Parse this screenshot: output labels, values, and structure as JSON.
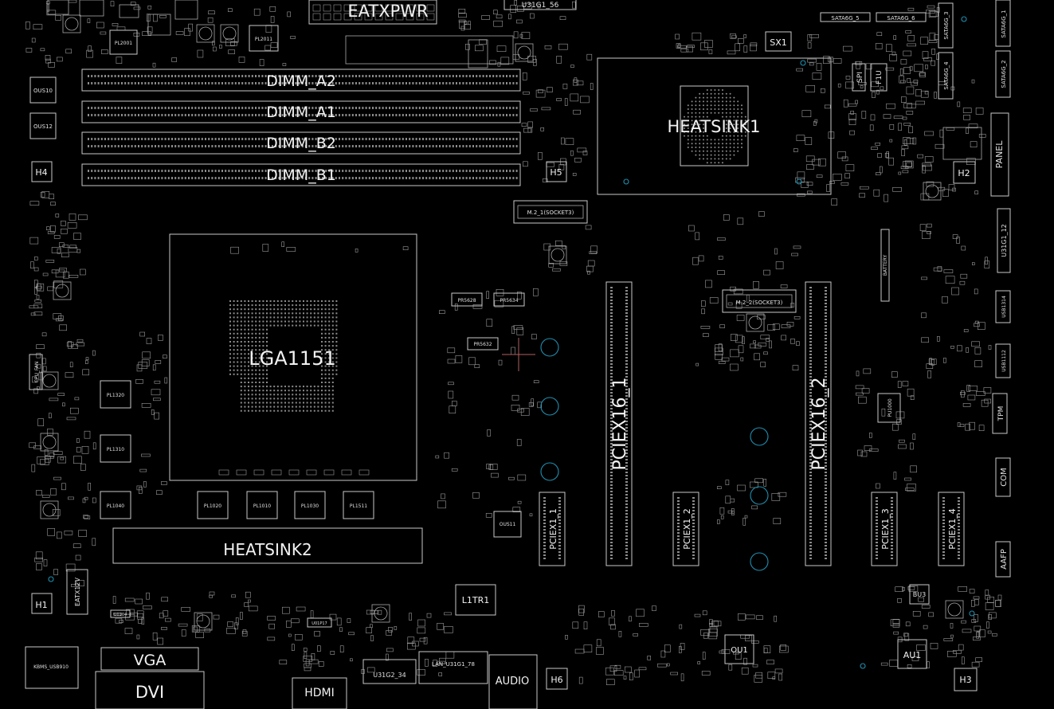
{
  "board": {
    "background": "#000000",
    "line_color": "#c8c8c8",
    "hole_color": "#1f8fb0",
    "marker_color": "#b06060"
  },
  "labels": {
    "eatxpwr": "EATXPWR",
    "u31g1_56": "U31G1_56",
    "sata6g_5": "SATA6G_5",
    "sata6g_6": "SATA6G_6",
    "sata6g_3": "SATA6G_3",
    "sata6g_1": "SATA6G_1",
    "sata6g_4": "SATA6G_4",
    "sata6g_2": "SATA6G_2",
    "sx1": "SX1",
    "spi": "SPI",
    "f1u": "F1U",
    "dimm_a2": "DIMM_A2",
    "dimm_a1": "DIMM_A1",
    "dimm_b2": "DIMM_B2",
    "dimm_b1": "DIMM_B1",
    "heatsink1": "HEATSINK1",
    "panel": "PANEL",
    "h2": "H2",
    "h4": "H4",
    "h5": "H5",
    "ous10": "OUS10",
    "ous12": "OUS12",
    "pl2001": "PL2001",
    "pl2011": "PL2011",
    "m2_1": "M.2_1(SOCKET3)",
    "m2_2": "M.2_2(SOCKET3)",
    "u31g1_12": "U31G1_12",
    "battery": "BATTERY",
    "lga1151": "LGA1151",
    "pr5628": "PR5628",
    "pr5634": "PR5634",
    "pr5632": "PR5632",
    "pciex16_1": "PCIEX16_1",
    "pciex16_2": "PCIEX16_2",
    "usb1314": "USB1314",
    "usb1112": "USB1112",
    "pu1000": "PU1000",
    "tpm": "TPM",
    "com": "COM",
    "aafp": "AAFP",
    "pl1320": "PL1320",
    "pl1310": "PL1310",
    "pl1040": "PL1040",
    "pl1020": "PL1020",
    "pl1010": "PL1010",
    "pl1030": "PL1030",
    "pl1511": "PL1511",
    "cpu_fan": "CPU_FAN",
    "heatsink2": "HEATSINK2",
    "ous11": "OUS11",
    "pciex1_1": "PCIEX1_1",
    "pciex1_2": "PCIEX1_2",
    "pciex1_3": "PCIEX1_3",
    "pciex1_4": "PCIEX1_4",
    "eatx12v": "EATX12V",
    "h1": "H1",
    "l1tr1": "L1TR1",
    "bu3": "BU3",
    "vga": "VGA",
    "dvi": "DVI",
    "hdmi": "HDMI",
    "u31g2_34": "U31G2_34",
    "lan": "LAN_U31G1_78",
    "audio": "AUDIO",
    "h6": "H6",
    "ou1": "OU1",
    "au1": "AU1",
    "h3": "H3",
    "kbms": "KBMS_USB910",
    "u0104": "U0104",
    "u01p1": "U01P17"
  }
}
